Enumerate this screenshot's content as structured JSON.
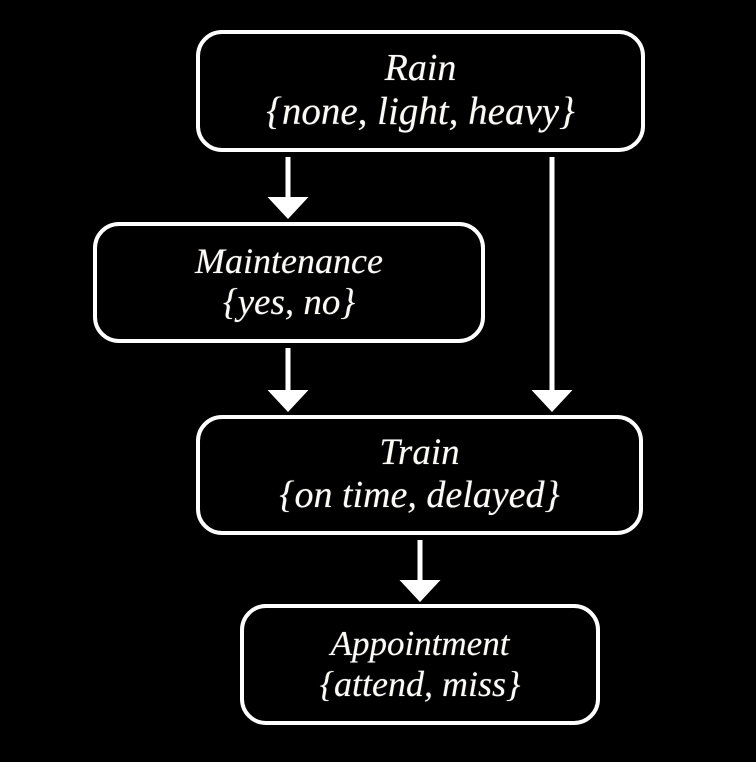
{
  "diagram": {
    "type": "bayesian-network",
    "background_color": "#000000",
    "node_border_color": "#ffffff",
    "text_color": "#fdfbf7",
    "edge_color": "#ffffff",
    "nodes": [
      {
        "id": "rain",
        "name": "Rain",
        "states": "{none, light, heavy}",
        "states_list": [
          "none",
          "light",
          "heavy"
        ]
      },
      {
        "id": "maintenance",
        "name": "Maintenance",
        "states": "{yes, no}",
        "states_list": [
          "yes",
          "no"
        ]
      },
      {
        "id": "train",
        "name": "Train",
        "states": "{on time, delayed}",
        "states_list": [
          "on time",
          "delayed"
        ]
      },
      {
        "id": "appointment",
        "name": "Appointment",
        "states": "{attend, miss}",
        "states_list": [
          "attend",
          "miss"
        ]
      }
    ],
    "edges": [
      {
        "id": "rain-maintenance",
        "from": "Rain",
        "to": "Maintenance"
      },
      {
        "id": "rain-train",
        "from": "Rain",
        "to": "Train"
      },
      {
        "id": "maintenance-train",
        "from": "Maintenance",
        "to": "Train"
      },
      {
        "id": "train-appointment",
        "from": "Train",
        "to": "Appointment"
      }
    ]
  }
}
